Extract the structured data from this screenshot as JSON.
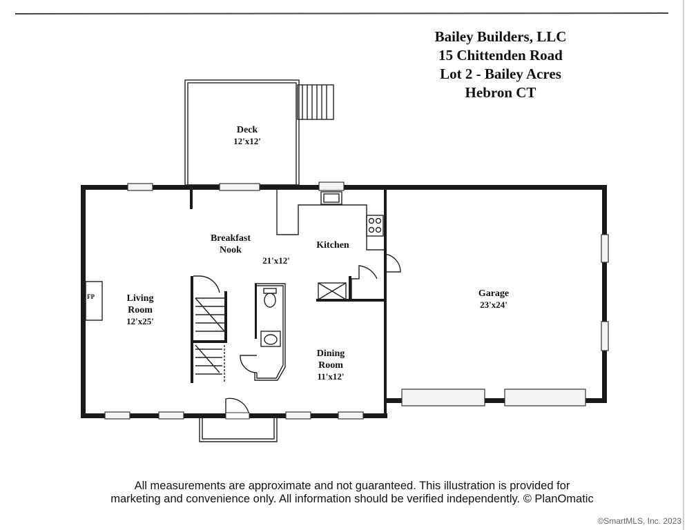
{
  "header": {
    "line1": "Bailey Builders, LLC",
    "line2": "15 Chittenden Road",
    "line3": "Lot 2 - Bailey Acres",
    "line4": "Hebron CT"
  },
  "rooms": {
    "deck": {
      "name": "Deck",
      "size": "12'x12'"
    },
    "breakfast_nook": {
      "name_line1": "Breakfast",
      "name_line2": "Nook",
      "size": "21'x12'"
    },
    "kitchen": {
      "name": "Kitchen"
    },
    "living_room": {
      "name_line1": "Living",
      "name_line2": "Room",
      "size": "12'x25'"
    },
    "fireplace": {
      "label": "FP"
    },
    "dining_room": {
      "name_line1": "Dining",
      "name_line2": "Room",
      "size": "11'x12'"
    },
    "garage": {
      "name": "Garage",
      "size": "23'x24'"
    }
  },
  "footer": {
    "disclaimer_line1": "All measurements are approximate and not guaranteed. This illustration is provided for",
    "disclaimer_line2": "marketing and convenience only. All information should be verified independently. © PlanOmatic",
    "copyright": "©SmartMLS, Inc.  2023"
  }
}
